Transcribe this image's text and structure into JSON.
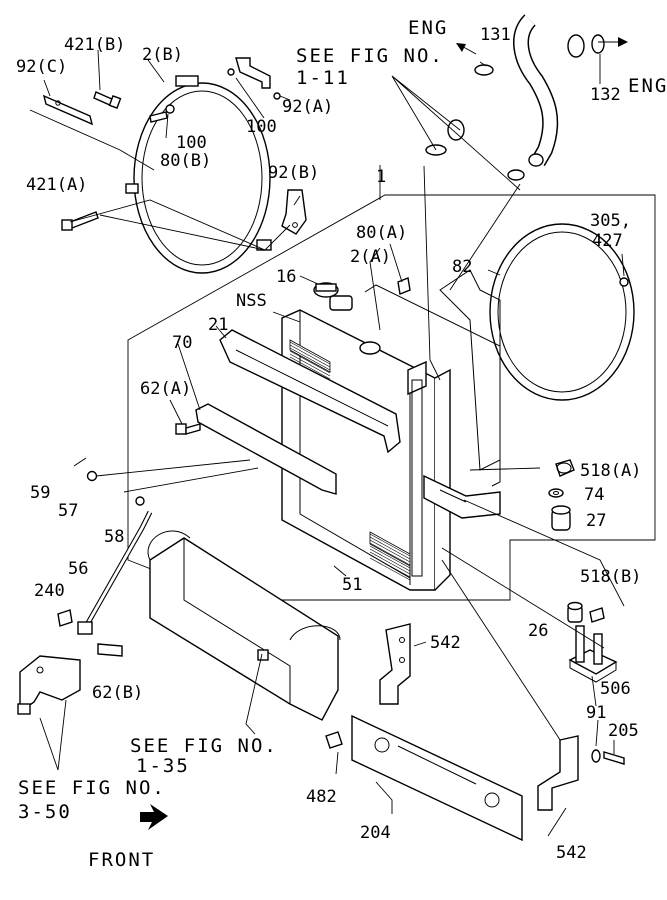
{
  "labels": {
    "p92c": "92(C)",
    "p421b": "421(B)",
    "p2b": "2(B)",
    "p100a": "100",
    "p80b": "80(B)",
    "p100b": "100",
    "p92a": "92(A)",
    "p421a": "421(A)",
    "p92b": "92(B)",
    "p1": "1",
    "p2a": "2(A)",
    "p80a": "80(A)",
    "p16": "16",
    "nss": "NSS",
    "p21": "21",
    "p70": "70",
    "p62a": "62(A)",
    "p59": "59",
    "p57": "57",
    "p58": "58",
    "p56": "56",
    "p240": "240",
    "p62b": "62(B)",
    "p51": "51",
    "p131": "131",
    "p132": "132",
    "eng1": "ENG",
    "eng2": "ENG",
    "p82": "82",
    "p305": "305,",
    "p427": "427",
    "p518a": "518(A)",
    "p74": "74",
    "p27": "27",
    "p518b": "518(B)",
    "p26": "26",
    "p506": "506",
    "p542a": "542",
    "p91": "91",
    "p205": "205",
    "p482": "482",
    "p204": "204",
    "p542b": "542"
  },
  "references": {
    "fig_1_11_line1": "SEE FIG NO.",
    "fig_1_11_line2": "1-11",
    "fig_1_35_line1": "SEE FIG NO.",
    "fig_1_35_line2": "1-35",
    "fig_3_50_line1": "SEE FIG NO.",
    "fig_3_50_line2": "3-50"
  },
  "direction": {
    "front": "FRONT"
  }
}
